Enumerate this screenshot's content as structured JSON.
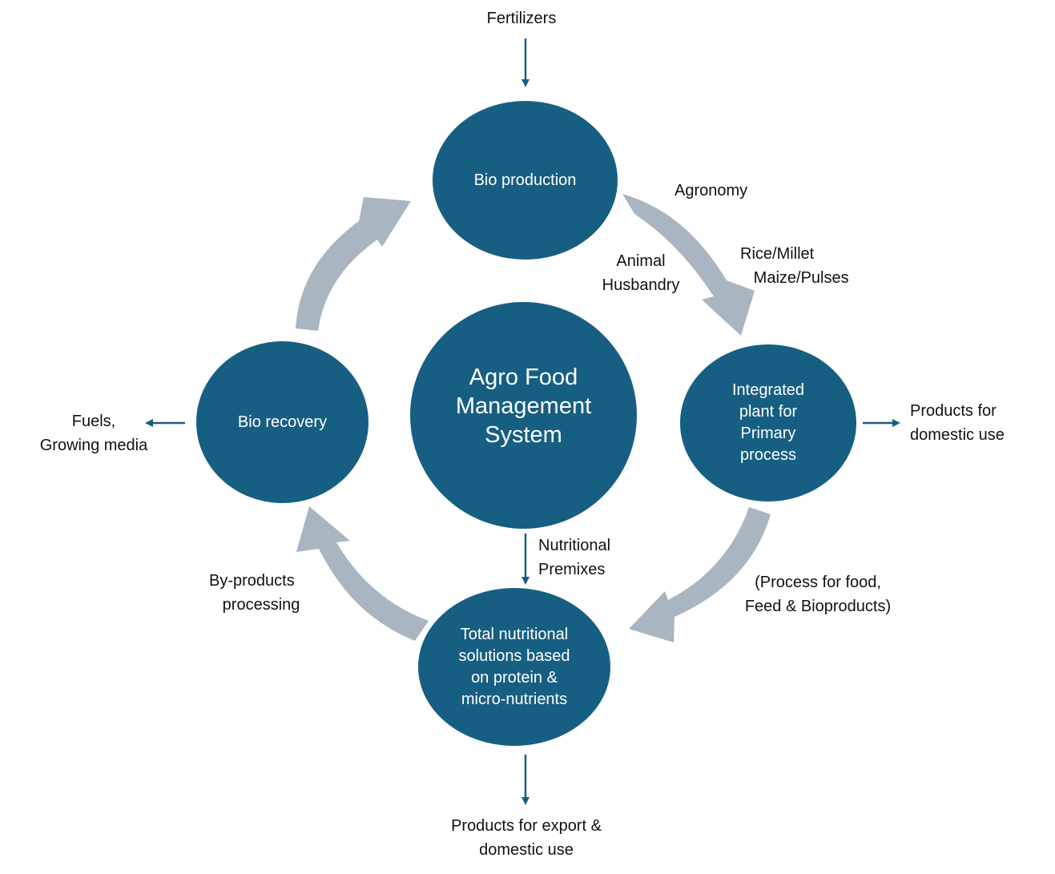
{
  "colors": {
    "node_fill": "#175f82",
    "node_text": "#ffffff",
    "cycle_arrow": "#a9b5c1",
    "io_arrow": "#175f82",
    "label_text": "#111111"
  },
  "center": {
    "label": "Agro Food\nManagement\nSystem"
  },
  "nodes": {
    "bio_production": {
      "label": "Bio production"
    },
    "integrated_plant": {
      "label": "Integrated\nplant for\nPrimary\nprocess"
    },
    "total_nutrition": {
      "label": "Total nutritional\nsolutions based\non protein &\nmicro-nutrients"
    },
    "bio_recovery": {
      "label": "Bio recovery"
    }
  },
  "cycle_labels": {
    "agronomy": "Agronomy",
    "animal_husbandry": "Animal\nHusbandry",
    "crops": "Rice/Millet\n   Maize/Pulses",
    "process": "(Process for food,\nFeed & Bioproducts)",
    "byproducts": "By-products\n   processing"
  },
  "inputs": {
    "fertilizers": "Fertilizers",
    "nutritional_premixes": "Nutritional\nPremixes"
  },
  "outputs": {
    "domestic_products": "Products for\ndomestic use",
    "export_products": "Products for export &\ndomestic use",
    "fuels": "Fuels,\nGrowing media"
  },
  "flow": [
    {
      "from": "Fertilizers",
      "to": "Bio production"
    },
    {
      "from": "Bio production",
      "to": "Integrated plant for Primary process"
    },
    {
      "from": "Integrated plant for Primary process",
      "to": "Products for domestic use"
    },
    {
      "from": "Integrated plant for Primary process",
      "to": "Total nutritional solutions based on protein & micro-nutrients"
    },
    {
      "from": "Nutritional Premixes",
      "to": "Total nutritional solutions based on protein & micro-nutrients"
    },
    {
      "from": "Total nutritional solutions based on protein & micro-nutrients",
      "to": "Products for export & domestic use"
    },
    {
      "from": "Total nutritional solutions based on protein & micro-nutrients",
      "to": "Bio recovery"
    },
    {
      "from": "Bio recovery",
      "to": "Fuels, Growing media"
    },
    {
      "from": "Bio recovery",
      "to": "Bio production"
    }
  ]
}
